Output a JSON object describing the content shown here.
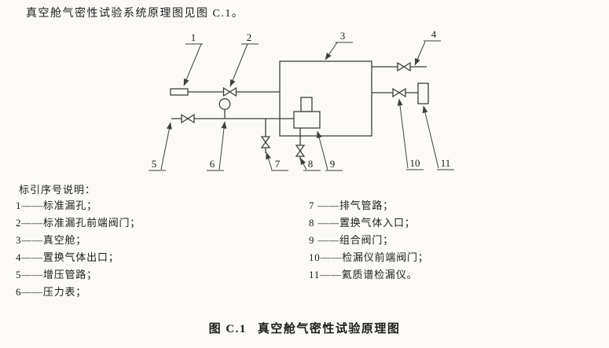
{
  "page": {
    "background": "#fbfaf7",
    "ink_color": "#1c1c1c",
    "line_color": "#3f3f3f"
  },
  "intro": "真空舱气密性试验系统原理图见图 C.1。",
  "legend": {
    "title": "标引序号说明：",
    "left_items": [
      "1——标准漏孔；",
      "2——标准漏孔前端阀门；",
      "3——真空舱；",
      "4——置换气体出口；",
      "5——增压管路；",
      "6——压力表；"
    ],
    "right_items": [
      "7 ——排气管路；",
      "8 ——置换气体入口；",
      "9 ——组合阀门；",
      "10——检漏仪前端阀门；",
      "11——氦质谱检漏仪。"
    ]
  },
  "caption": {
    "fig_no": "图 C.1",
    "title": "真空舱气密性试验原理图"
  },
  "diagram": {
    "callouts": [
      "1",
      "2",
      "3",
      "4",
      "5",
      "6",
      "7",
      "8",
      "9",
      "10",
      "11"
    ]
  }
}
